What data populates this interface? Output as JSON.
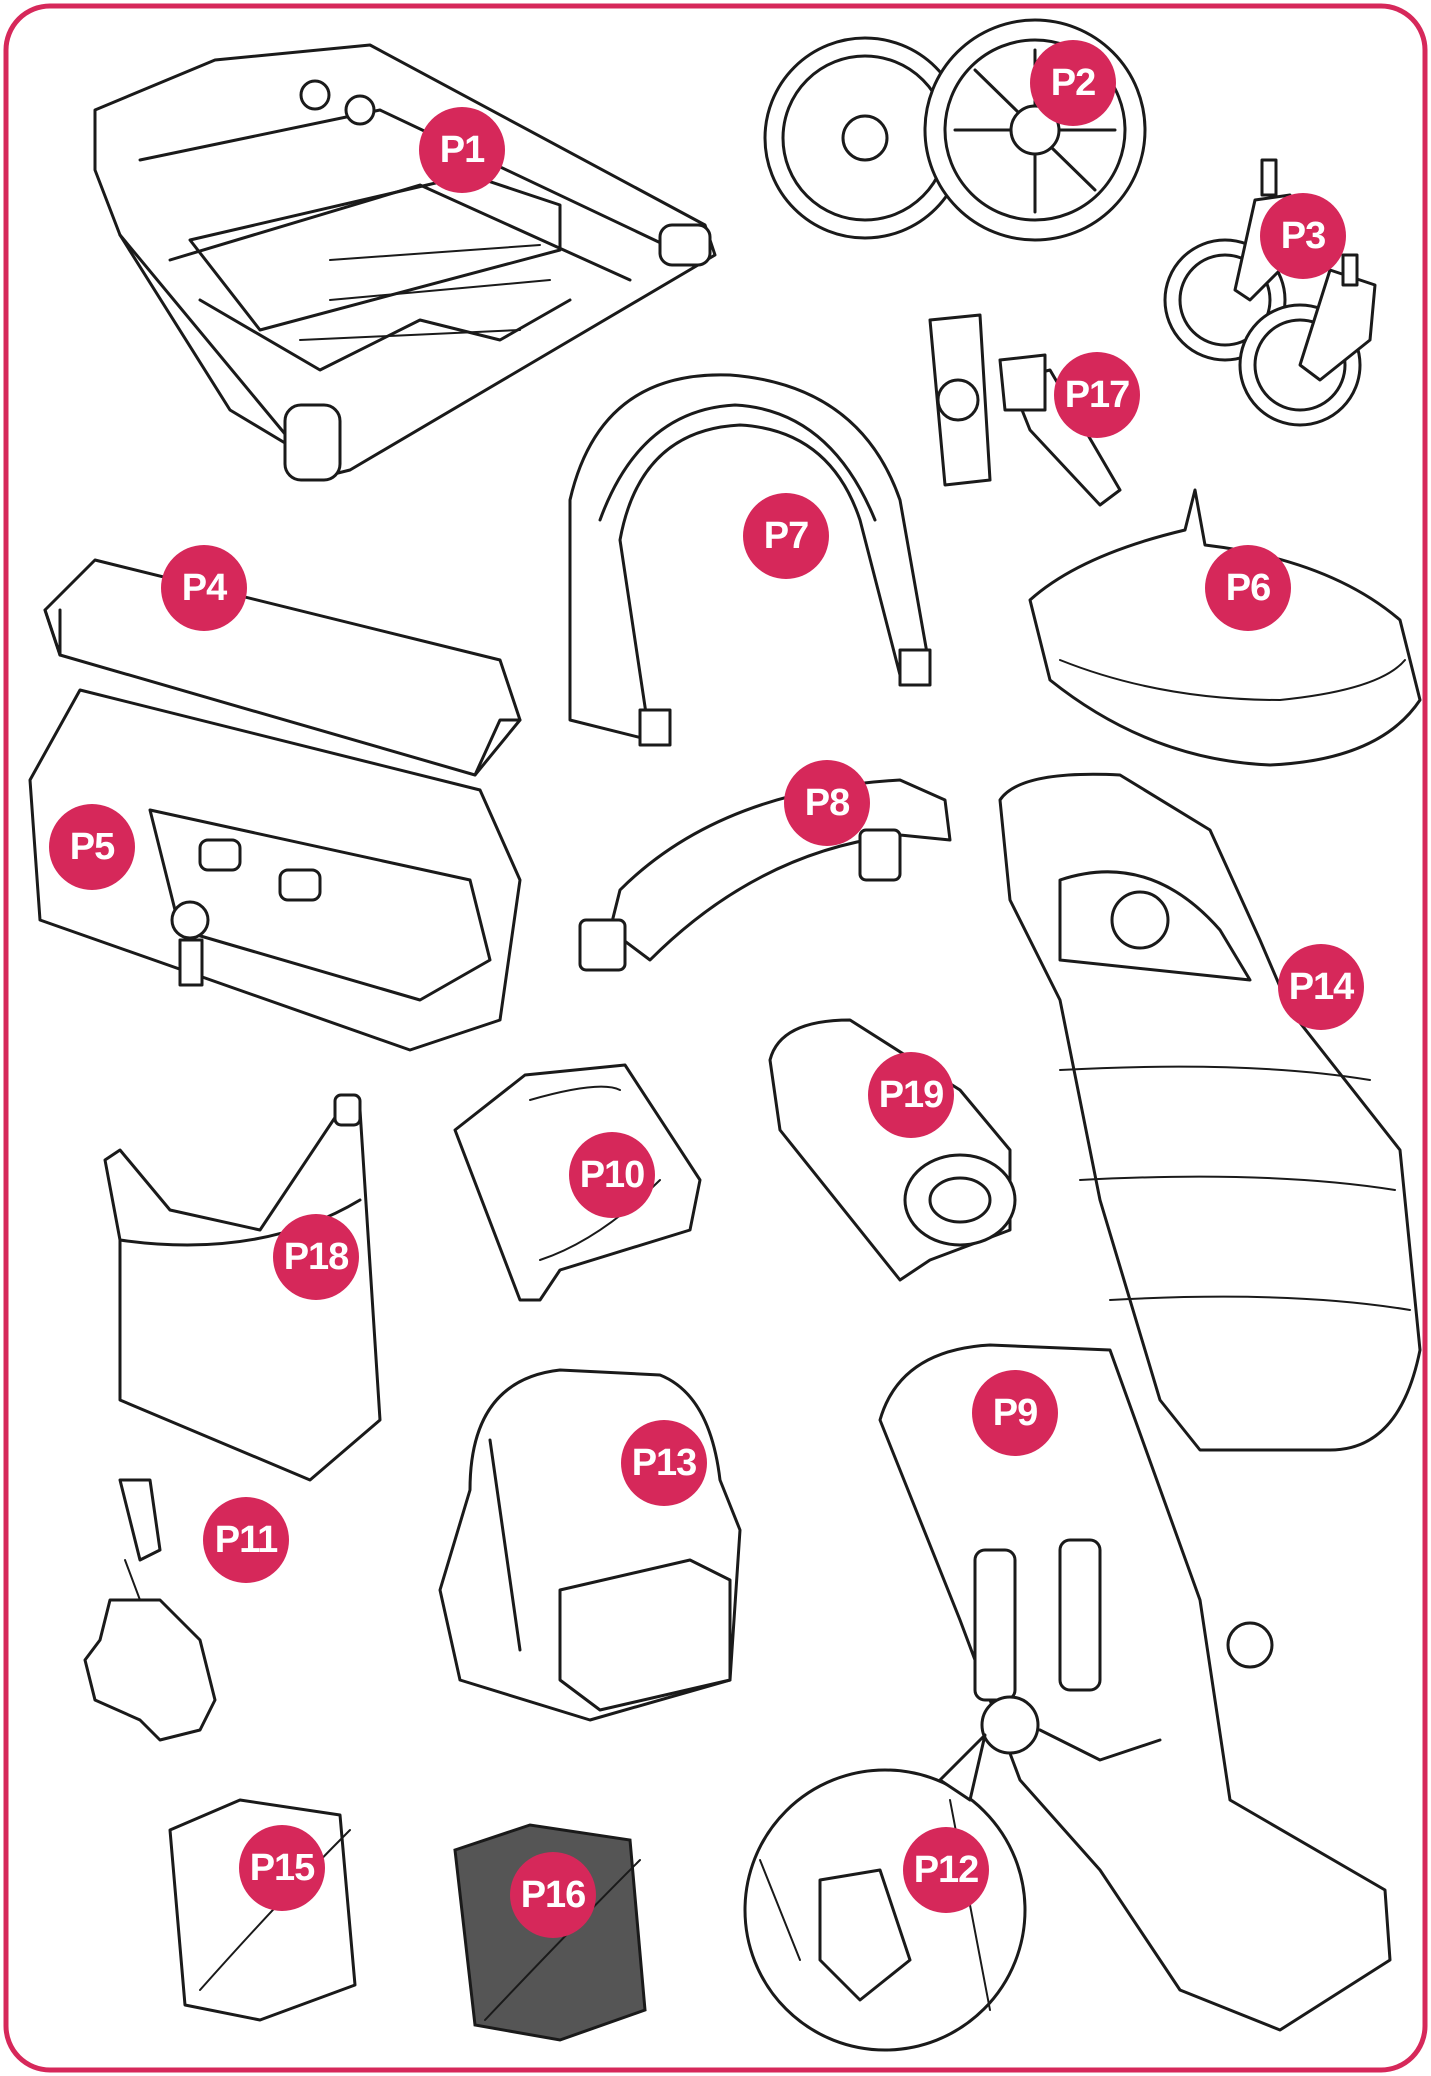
{
  "colors": {
    "accent": "#d6285a",
    "border": "#d6285a",
    "line": "#1a1a1a",
    "background": "#ffffff"
  },
  "parts": [
    {
      "id": "p1",
      "label": "P1",
      "icon": "stroller-frame-icon"
    },
    {
      "id": "p2",
      "label": "P2",
      "icon": "rear-wheels-icon"
    },
    {
      "id": "p3",
      "label": "P3",
      "icon": "front-swivel-wheels-icon"
    },
    {
      "id": "p4",
      "label": "P4",
      "icon": "mattress-pad-icon"
    },
    {
      "id": "p5",
      "label": "P5",
      "icon": "carrycot-icon"
    },
    {
      "id": "p6",
      "label": "P6",
      "icon": "carrycot-apron-icon"
    },
    {
      "id": "p7",
      "label": "P7",
      "icon": "canopy-icon"
    },
    {
      "id": "p8",
      "label": "P8",
      "icon": "bumper-bar-icon"
    },
    {
      "id": "p9",
      "label": "P9",
      "icon": "seat-unit-icon"
    },
    {
      "id": "p10",
      "label": "P10",
      "icon": "folded-cover-icon"
    },
    {
      "id": "p11",
      "label": "P11",
      "icon": "hand-muffs-icon"
    },
    {
      "id": "p12",
      "label": "P12",
      "icon": "seat-pocket-icon"
    },
    {
      "id": "p13",
      "label": "P13",
      "icon": "backpack-icon"
    },
    {
      "id": "p14",
      "label": "P14",
      "icon": "footmuff-icon"
    },
    {
      "id": "p15",
      "label": "P15",
      "icon": "rain-cover-icon"
    },
    {
      "id": "p16",
      "label": "P16",
      "icon": "mesh-net-icon"
    },
    {
      "id": "p17",
      "label": "P17",
      "icon": "cup-holder-clip-icon"
    },
    {
      "id": "p18",
      "label": "P18",
      "icon": "changing-bag-icon"
    },
    {
      "id": "p19",
      "label": "P19",
      "icon": "rolled-blanket-icon"
    }
  ]
}
